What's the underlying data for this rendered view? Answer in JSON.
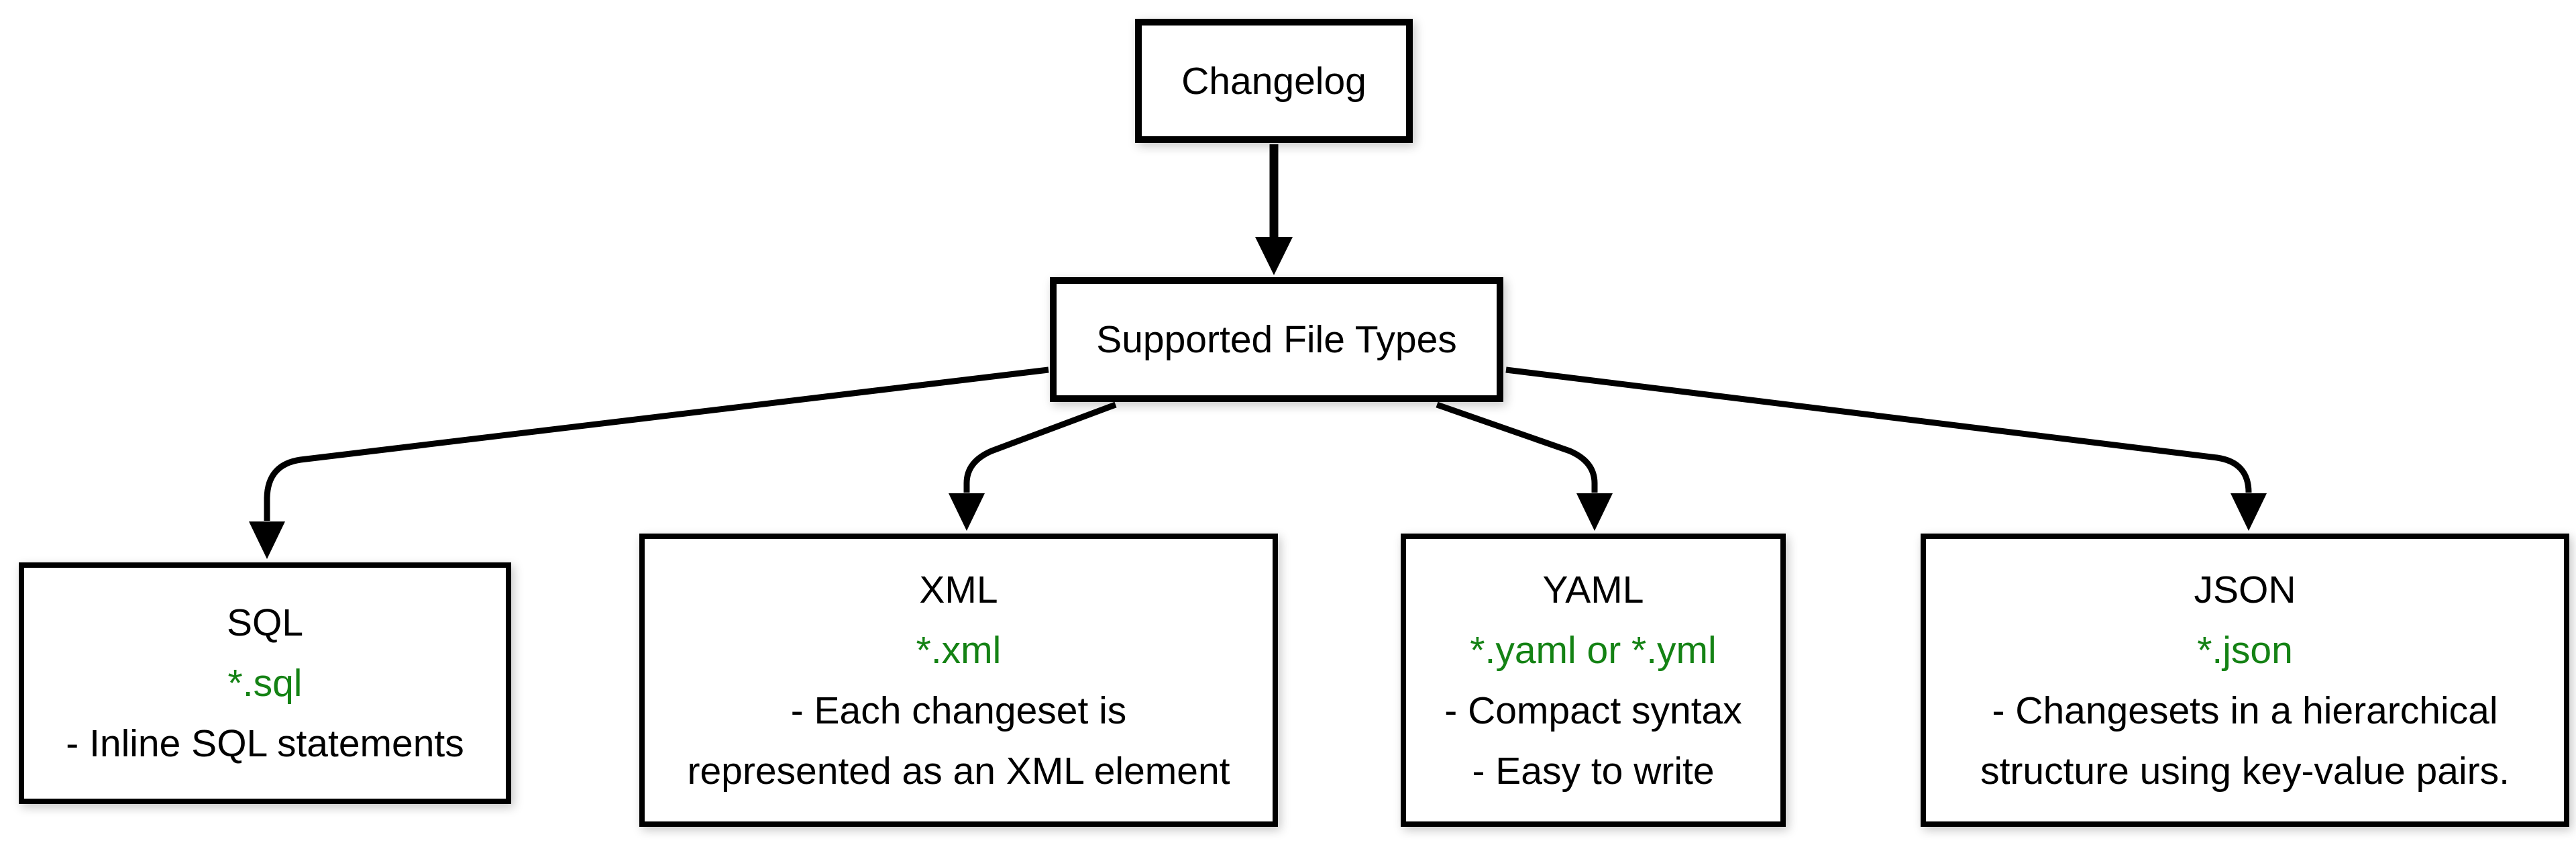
{
  "diagram": {
    "background_color": "#ffffff",
    "line_color": "#000000",
    "accent_green": "#148214",
    "root": {
      "label": "Changelog"
    },
    "hub": {
      "label": "Supported File Types"
    },
    "file_types": [
      {
        "id": "sql",
        "title": "SQL",
        "pattern": "*.sql",
        "desc_lines": [
          "- Inline SQL statements"
        ]
      },
      {
        "id": "xml",
        "title": "XML",
        "pattern": "*.xml",
        "desc_lines": [
          "- Each changeset is",
          "represented as an XML element"
        ]
      },
      {
        "id": "yaml",
        "title": "YAML",
        "pattern": "*.yaml or *.yml",
        "desc_lines": [
          "- Compact syntax",
          "- Easy to write"
        ]
      },
      {
        "id": "json",
        "title": "JSON",
        "pattern": "*.json",
        "desc_lines": [
          "- Changesets in a hierarchical",
          "structure using key-value pairs."
        ]
      }
    ]
  }
}
